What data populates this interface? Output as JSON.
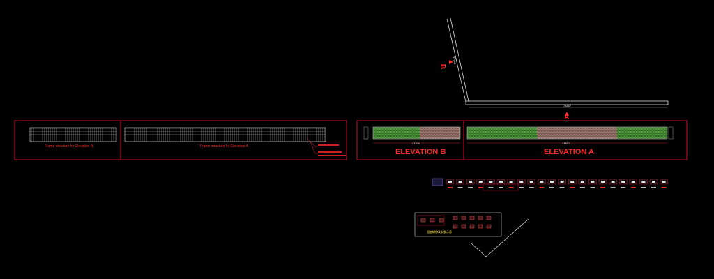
{
  "frames": {
    "elevation_b_caption": "Frame structure for Elevation B",
    "elevation_a_caption": "Frame structure for Elevation A"
  },
  "elevations": {
    "b_title": "ELEVATION B",
    "a_title": "ELEVATION A",
    "b_width_dim": "31940",
    "a_width_dim": "74857"
  },
  "plan": {
    "marker_a": "A",
    "marker_b": "B",
    "dim_long": "74857",
    "dim_short": "31940"
  },
  "legend": {
    "note": "固定螺帶及安裝示意"
  },
  "colors": {
    "background": "#000000",
    "frame_red": "#c8102e",
    "text_red": "#ff2a2a",
    "grid_white": "#d9d9d9",
    "green_panel": "#3b7d2a",
    "pink_panel": "#9a6e66"
  }
}
